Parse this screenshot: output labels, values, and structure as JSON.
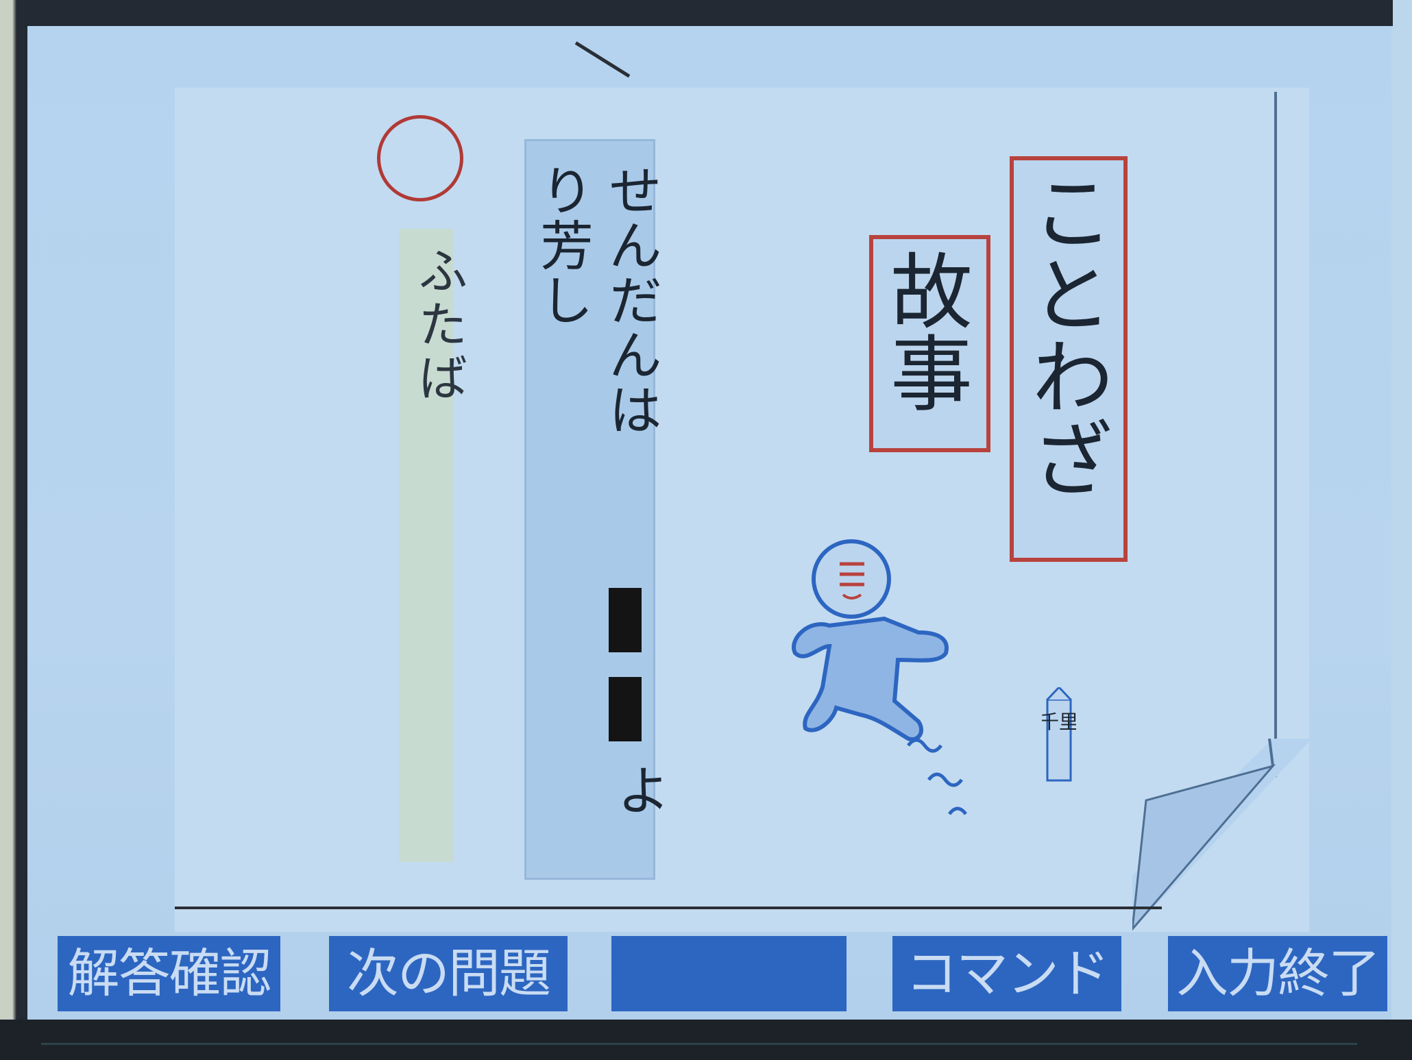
{
  "title": {
    "line1": "ことわざ",
    "line2": "故事"
  },
  "question": {
    "text": "せんだんは",
    "tail": "よ",
    "continuation": "り芳し"
  },
  "answer": {
    "value": "ふたば",
    "result_mark": "correct-circle"
  },
  "illustration": {
    "sign_text": "千里"
  },
  "menu": {
    "check_answer": "解答確認",
    "next_question": "次の問題",
    "blank": "",
    "command": "コマンド",
    "end_input": "入力終了"
  },
  "colors": {
    "screen": "#b8d4ee",
    "accent_red": "#b8433e",
    "menu_blue": "#2d66c1",
    "menu_text": "#c9dcf3"
  }
}
